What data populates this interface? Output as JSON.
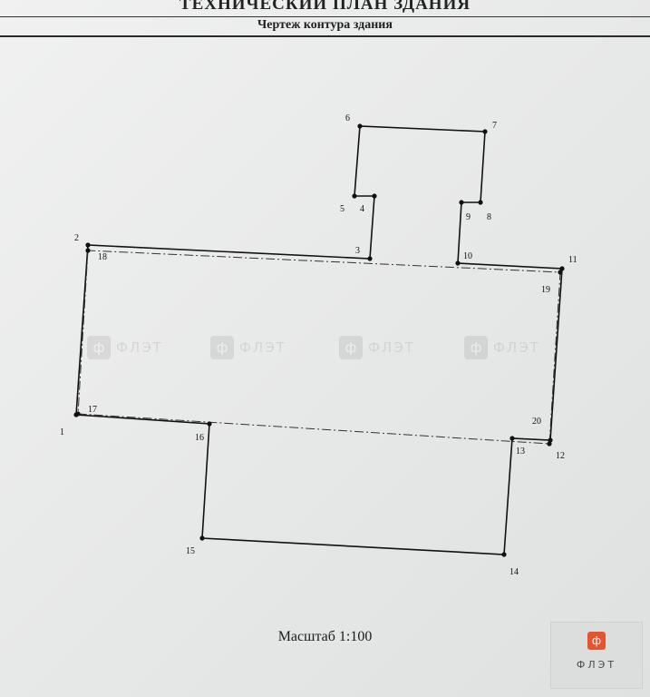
{
  "header": {
    "title": "ТЕХНИЧЕСКИЙ ПЛАН ЗДАНИЯ",
    "subtitle": "Чертеж контура здания"
  },
  "drawing": {
    "points": [
      {
        "label": "1"
      },
      {
        "label": "2"
      },
      {
        "label": "3"
      },
      {
        "label": "4"
      },
      {
        "label": "5"
      },
      {
        "label": "6"
      },
      {
        "label": "7"
      },
      {
        "label": "8"
      },
      {
        "label": "9"
      },
      {
        "label": "10"
      },
      {
        "label": "11"
      },
      {
        "label": "12"
      },
      {
        "label": "13"
      },
      {
        "label": "14"
      },
      {
        "label": "15"
      },
      {
        "label": "16"
      },
      {
        "label": "17"
      },
      {
        "label": "18"
      },
      {
        "label": "19"
      },
      {
        "label": "20"
      }
    ]
  },
  "footer": {
    "scale": "Масштаб 1:100"
  },
  "watermark": {
    "glyph": "ф",
    "text": "ФЛЭТ"
  },
  "logo": {
    "glyph": "ф",
    "text": "ФЛЭТ",
    "accent_color": "#e2552e"
  }
}
